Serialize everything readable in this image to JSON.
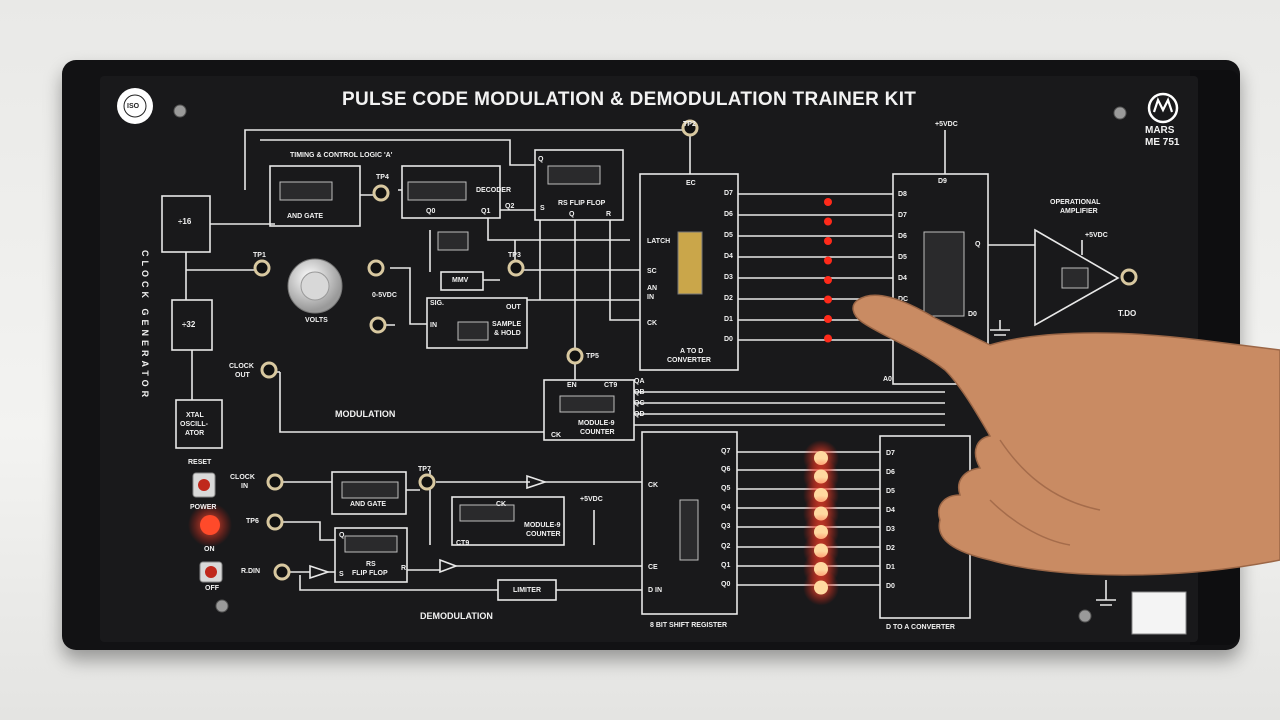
{
  "title": "PULSE CODE MODULATION & DEMODULATION TRAINER KIT",
  "brand": {
    "name": "MARS",
    "model": "ME 751",
    "iso_text": "ISO"
  },
  "clock_generator": {
    "label": "CLOCK GENERATOR",
    "div16": "÷16",
    "div32": "÷32",
    "xtal": [
      "XTAL",
      "OSCILL-",
      "ATOR"
    ]
  },
  "modulation": {
    "section_label": "MODULATION",
    "timing_label": "TIMING & CONTROL LOGIC 'A'",
    "and_gate": "AND GATE",
    "decoder": "DECODER",
    "rs_flip_flop": "RS FLIP FLOP",
    "mmv": "MMV",
    "volts": "VOLTS",
    "range": "0-5VDC",
    "sig": "SIG.",
    "in": "IN",
    "out": "OUT",
    "sample_hold": [
      "SAMPLE",
      "& HOLD"
    ],
    "clock_out": [
      "CLOCK",
      "OUT"
    ],
    "module9": [
      "MODULE-9",
      "COUNTER"
    ],
    "adc": [
      "A TO D",
      "CONVERTER"
    ],
    "adc_pins_left": [
      "EC",
      "LATCH",
      "SC",
      "AN",
      "IN",
      "CK"
    ],
    "adc_pins_right": [
      "D7",
      "D6",
      "D5",
      "D4",
      "D3",
      "D2",
      "D1",
      "D0"
    ],
    "counter_pins": [
      "EN",
      "CT9",
      "CK",
      "QA",
      "QB",
      "QC",
      "QD"
    ],
    "flipflop_pins": [
      "Q",
      "S",
      "Q",
      "R"
    ],
    "decoder_pins": [
      "Q0",
      "Q1",
      "Q2"
    ]
  },
  "test_points": [
    "TP1",
    "TP2",
    "TP3",
    "TP4",
    "TP5",
    "TP6",
    "TP7"
  ],
  "dac_top": {
    "supply": "+5VDC",
    "d9": "D9",
    "pins": [
      "D8",
      "D7",
      "D6",
      "D5",
      "D4",
      "DC",
      "D0"
    ],
    "q": "Q",
    "a0": "A0"
  },
  "op_amp": {
    "label": [
      "OPERATIONAL",
      "AMPLIFIER"
    ],
    "supply": "+5VDC",
    "output": "T.DO"
  },
  "controls": {
    "reset": "RESET",
    "power": "POWER",
    "on": "ON",
    "off": "OFF"
  },
  "demodulation": {
    "section_label": "DEMODULATION",
    "clock_in": [
      "CLOCK",
      "IN"
    ],
    "r_din": "R.DIN",
    "and_gate": "AND GATE",
    "rs_flip_flop": [
      "RS",
      "FLIP FLOP"
    ],
    "rs_pins": [
      "Q",
      "S",
      "R"
    ],
    "module9": [
      "MODULE-9",
      "COUNTER"
    ],
    "supply": "+5VDC",
    "ck": "CK",
    "ct9": "CT9",
    "limiter": "LIMITER",
    "shift_register": "8 BIT SHIFT REGISTER",
    "sr_pins_left": [
      "CK",
      "CE",
      "D IN"
    ],
    "sr_pins_right": [
      "Q7",
      "Q6",
      "Q5",
      "Q4",
      "Q3",
      "Q2",
      "Q1",
      "Q0"
    ],
    "dac": "D TO A CONVERTER",
    "dac_pins": [
      "D7",
      "D6",
      "D5",
      "D4",
      "D3",
      "D2",
      "D1",
      "D0"
    ]
  },
  "colors": {
    "panel": "#19191b",
    "line": "#e8e8e8",
    "led_red": "#ff2a1a"
  },
  "leds": {
    "top_column_count": 8,
    "bottom_column_count": 8
  }
}
